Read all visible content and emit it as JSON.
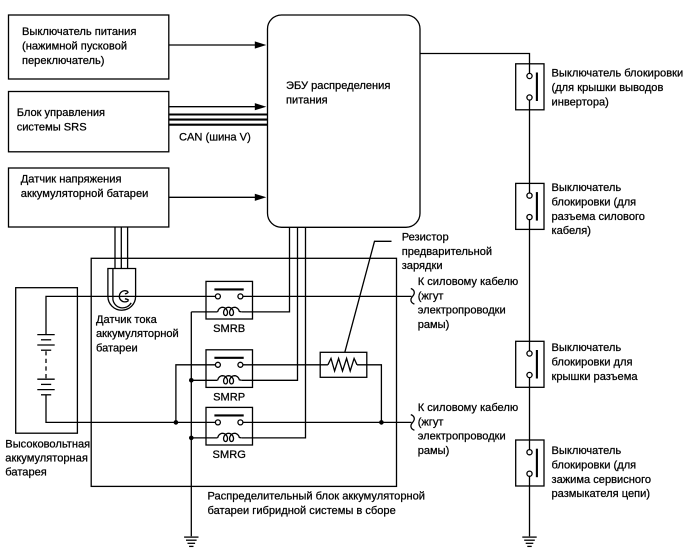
{
  "diagram_title": "Hybrid battery junction block wiring diagram",
  "colors": {
    "ink": "#000000",
    "background": "#ffffff"
  },
  "blocks": {
    "power_switch": {
      "lines": [
        "Выключатель питания",
        "(нажимной пусковой",
        "переключатель)"
      ]
    },
    "srs": {
      "lines": [
        "Блок управления",
        "системы SRS"
      ]
    },
    "voltage_sensor": {
      "lines": [
        "Датчик напряжения",
        "аккумуляторной батареи"
      ]
    },
    "ecu": {
      "lines": [
        "ЭБУ распределения",
        "питания"
      ]
    },
    "hv_battery": {
      "lines": [
        "Высоковольтная",
        "аккумуляторная",
        "батарея"
      ]
    },
    "current_sensor": {
      "lines": [
        "Датчик тока",
        "аккумуляторной",
        "батареи"
      ]
    },
    "precharge_resistor": {
      "lines": [
        "Резистор",
        "предварительной",
        "зарядки"
      ]
    },
    "assembly": {
      "lines": [
        "Распределительный блок аккумуляторной",
        "батареи гибридной системы в сборе"
      ]
    },
    "cable_top": {
      "lines": [
        "К силовому кабелю",
        "(жгут",
        "электропроводки",
        "рамы)"
      ]
    },
    "cable_bottom": {
      "lines": [
        "К силовому кабелю",
        "(жгут",
        "электропроводки",
        "рамы)"
      ]
    },
    "interlock_inverter": {
      "lines": [
        "Выключатель блокировки",
        "(для крышки выводов",
        "инвертора)"
      ]
    },
    "interlock_cable": {
      "lines": [
        "Выключатель",
        "блокировки (для",
        "разъема силового",
        "кабеля)"
      ]
    },
    "interlock_cover": {
      "lines": [
        "Выключатель",
        "блокировки для",
        "крышки разъема"
      ]
    },
    "interlock_plug": {
      "lines": [
        "Выключатель",
        "блокировки (для",
        "зажима сервисного",
        "размыкателя цепи)"
      ]
    },
    "can_bus": {
      "label": "CAN (шина V)"
    },
    "relays": {
      "smrb": "SMRB",
      "smrp": "SMRP",
      "smrg": "SMRG"
    }
  }
}
